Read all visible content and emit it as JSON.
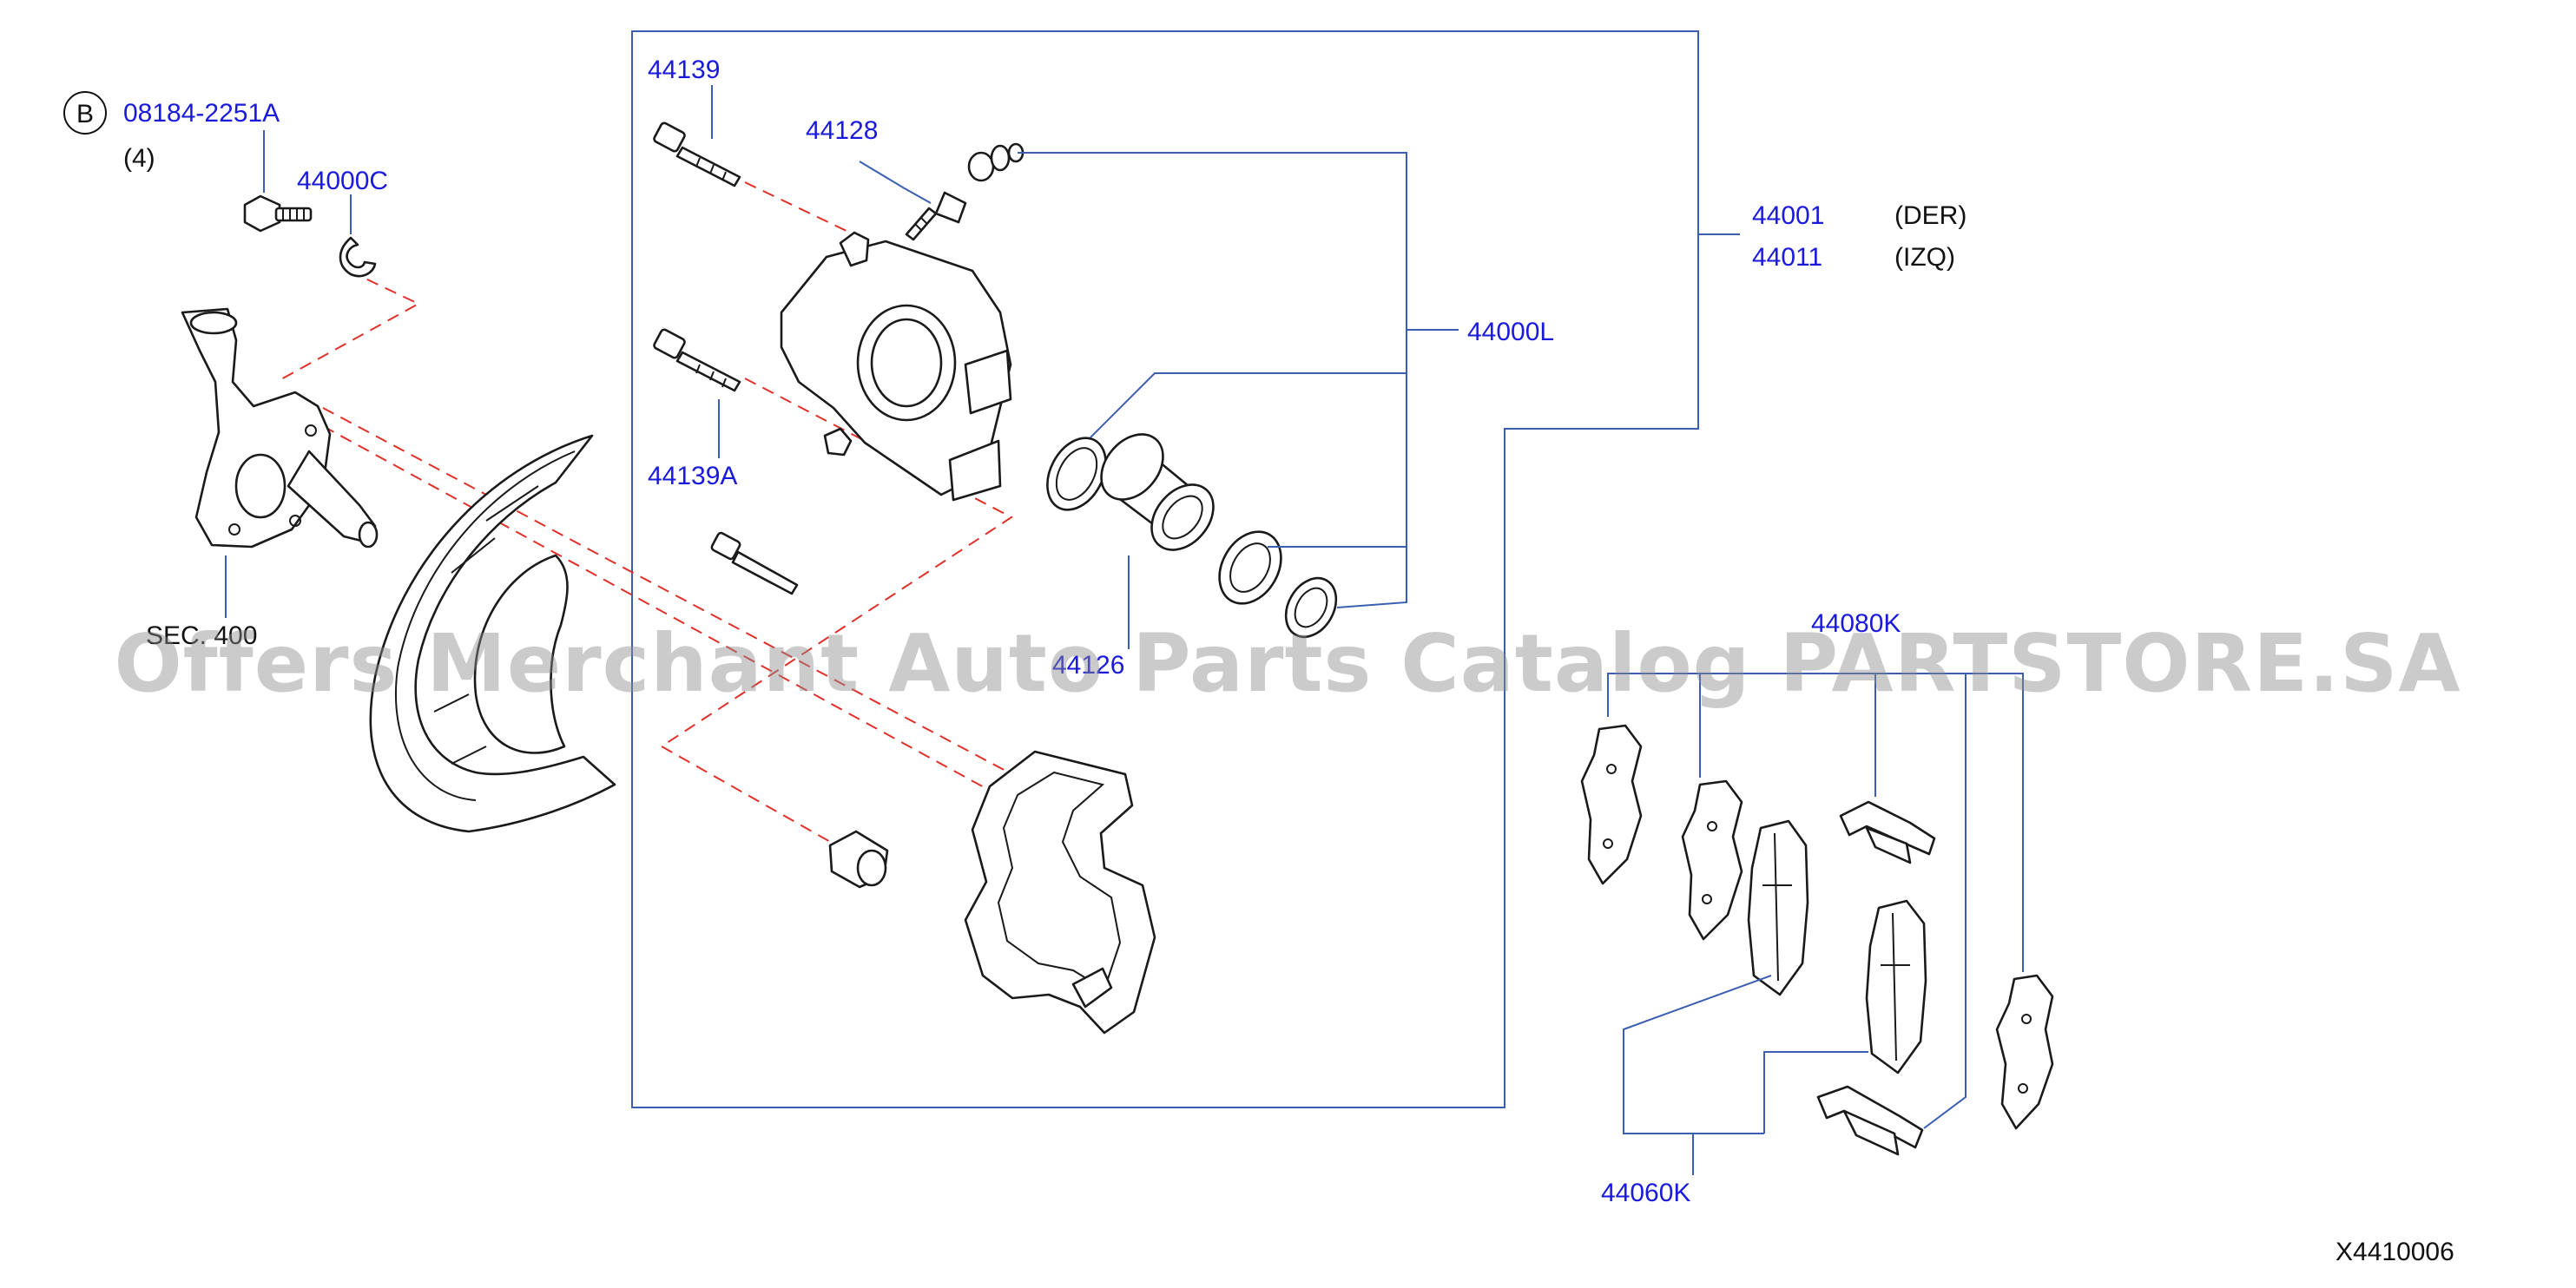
{
  "labels": {
    "bolt_circle": "B",
    "bolt_part": "08184-2251A",
    "bolt_qty": "(4)",
    "washer": "44000C",
    "sec_ref": "SEC. 400",
    "guide_pin": "44139",
    "guide_pin_a": "44139A",
    "bleeder": "44128",
    "caliper_right": "44001",
    "caliper_right_side": "(DER)",
    "caliper_left": "44011",
    "caliper_left_side": "(IZQ)",
    "seal_kit": "44000L",
    "piston": "44126",
    "hardware_kit": "44080K",
    "pad_kit": "44060K",
    "figure_id": "X4410006"
  },
  "watermark": {
    "text": "Offers Merchant Auto Parts Catalog PARTSTORE.SA",
    "color": "#8c8c8c"
  },
  "colors": {
    "part_number": "#1a1adc",
    "leader_line": "#3a5fb0",
    "assembly_dash": "#e0302a",
    "outline": "#1a1a1a"
  }
}
